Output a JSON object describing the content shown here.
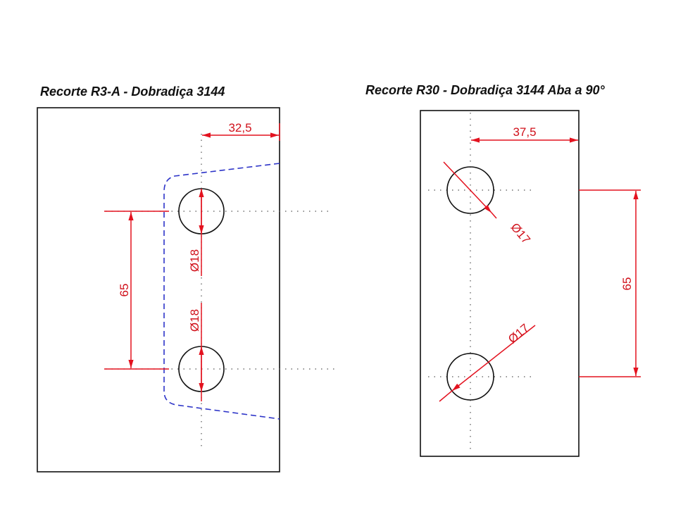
{
  "left": {
    "title": "Recorte R3-A  - Dobradiça 3144",
    "dim_offset": "32,5",
    "dim_spacing": "65",
    "hole_top": "Ø18",
    "hole_bottom": "Ø18"
  },
  "right": {
    "title": "Recorte R30  - Dobradiça 3144 Aba a 90°",
    "dim_offset": "37,5",
    "dim_spacing": "65",
    "hole_top": "Ø17",
    "hole_bottom": "Ø17"
  },
  "colors": {
    "dimension": "#e3121f",
    "outline": "#111111",
    "dashed": "#2d34c8"
  }
}
